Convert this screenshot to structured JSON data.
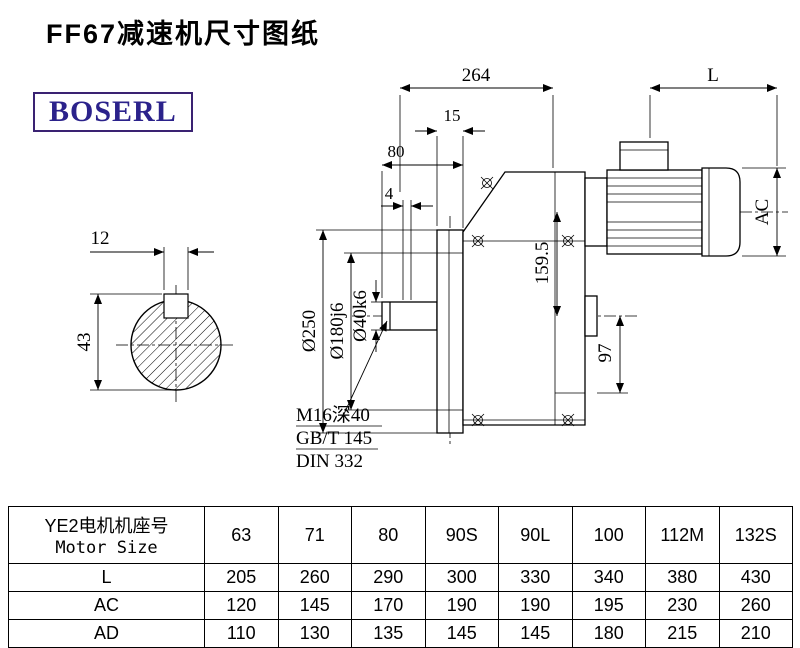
{
  "page": {
    "title": "FF67减速机尺寸图纸",
    "brand": "BOSERL"
  },
  "drawing": {
    "dims": {
      "total_width": "264",
      "motor_length": "L",
      "flange_thickness": "15",
      "shaft_length": "80",
      "gap": "4",
      "motor_diameter": "AC",
      "flange_od": "Ø250",
      "spigot_dia": "Ø180j6",
      "shaft_dia": "Ø40k6",
      "axis_height": "159.5",
      "base_height": "97",
      "key_width": "12",
      "key_height": "43"
    },
    "notes": [
      "M16深40",
      "GB/T 145",
      "DIN 332"
    ]
  },
  "table": {
    "header_cn": "YE2电机机座号",
    "header_en": "Motor Size",
    "columns": [
      "63",
      "71",
      "80",
      "90S",
      "90L",
      "100",
      "112M",
      "132S"
    ],
    "rows": [
      {
        "label": "L",
        "values": [
          "205",
          "260",
          "290",
          "300",
          "330",
          "340",
          "380",
          "430"
        ]
      },
      {
        "label": "AC",
        "values": [
          "120",
          "145",
          "170",
          "190",
          "190",
          "195",
          "230",
          "260"
        ]
      },
      {
        "label": "AD",
        "values": [
          "110",
          "130",
          "135",
          "145",
          "145",
          "180",
          "215",
          "210"
        ]
      }
    ]
  }
}
